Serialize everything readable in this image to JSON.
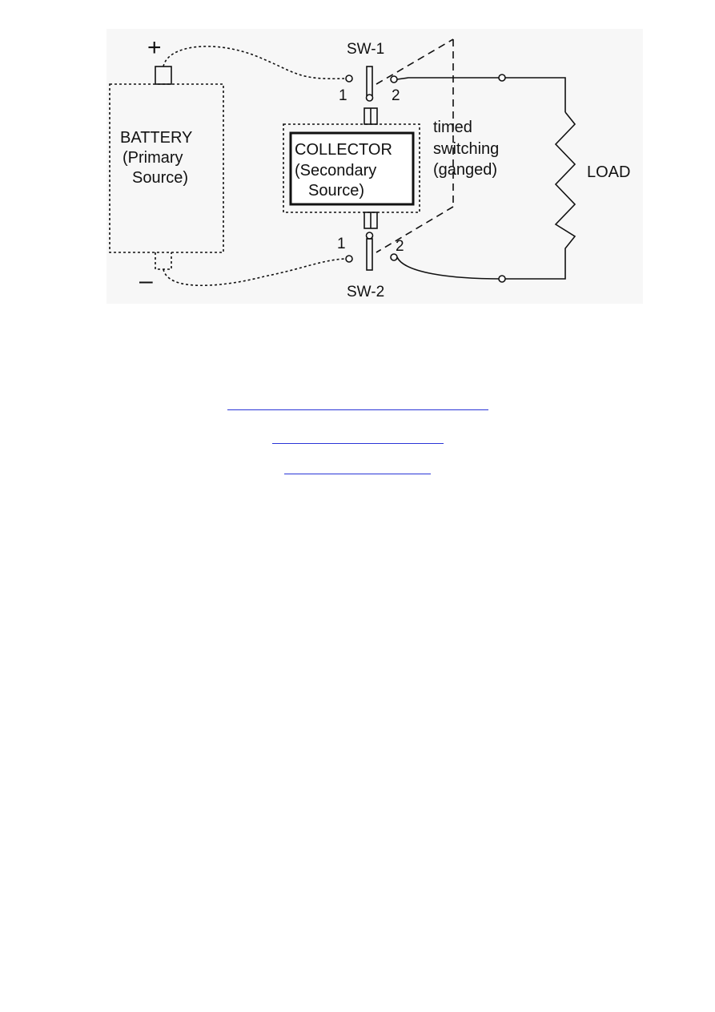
{
  "diagram": {
    "battery_label_1": "BATTERY",
    "battery_label_2": "(Primary",
    "battery_label_3": "Source)",
    "collector_label_1": "COLLECTOR",
    "collector_label_2": "(Secondary",
    "collector_label_3": "Source)",
    "switch1_label": "SW-1",
    "switch2_label": "SW-2",
    "sw1_pos1": "1",
    "sw1_pos2": "2",
    "sw2_pos1": "1",
    "sw2_pos2": "2",
    "timed_label_1": "timed",
    "timed_label_2": "switching",
    "timed_label_3": "(ganged)",
    "load_label": "LOAD",
    "plus_sign": "+",
    "minus_sign": "–"
  },
  "links": [
    {
      "name": "link-1",
      "text": ""
    },
    {
      "name": "link-2",
      "text": ""
    },
    {
      "name": "link-3",
      "text": ""
    }
  ],
  "colors": {
    "link": "#2a35d8",
    "ink": "#111111",
    "figure_background": "#f7f7f7"
  }
}
